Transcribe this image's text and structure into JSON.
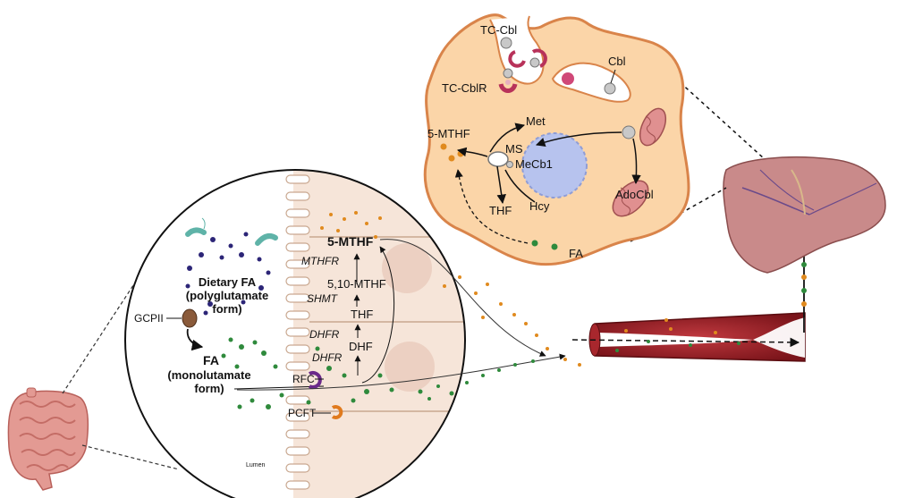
{
  "labels": {
    "tc_cbl": "TC-Cbl",
    "tc_cblr": "TC-CblR",
    "cbl": "Cbl",
    "met": "Met",
    "mthf_cell": "5-MTHF",
    "ms": "MS",
    "mecb1": "MeCb1",
    "thf_cell": "THF",
    "hcy": "Hcy",
    "adocbl": "AdoCbl",
    "fa_cell": "FA",
    "dietary_fa_line1": "Dietary FA",
    "dietary_fa_line2": "(polyglutamate",
    "dietary_fa_line3": "form)",
    "gcpii": "GCPII",
    "fa_mono_line1": "FA",
    "fa_mono_line2": "(monolutamate",
    "fa_mono_line3": "form)",
    "rfc": "RFC",
    "pcft": "PCFT",
    "lumen": "Lumen",
    "mthf_entero": "5-MTHF",
    "mthfr": "MTHFR",
    "methylene_thf": "5,10-MTHF",
    "shmt": "SHMT",
    "thf_entero": "THF",
    "dhfr1": "DHFR",
    "dhf": "DHF",
    "dhfr2": "DHFR"
  },
  "colors": {
    "cell_fill": "#fbd5a8",
    "cell_stroke": "#d9844a",
    "nucleus": "#b7c3ee",
    "vessel": "#8f1d22",
    "liver": "#c98a8a",
    "folate_green": "#2f8a3c",
    "folate_orange": "#e08a1e",
    "polyglutamate_purple": "#2c2577",
    "intestine": "#e6a09a",
    "villi": "#f3ded0"
  },
  "icons": [
    "intestine-icon",
    "liver-icon",
    "blood-vessel-icon",
    "hepatocyte-cell-icon",
    "mitochondria-icon",
    "nucleus-icon",
    "bacteria-icon",
    "cobalamin-molecule-icon",
    "transporter-icon"
  ]
}
